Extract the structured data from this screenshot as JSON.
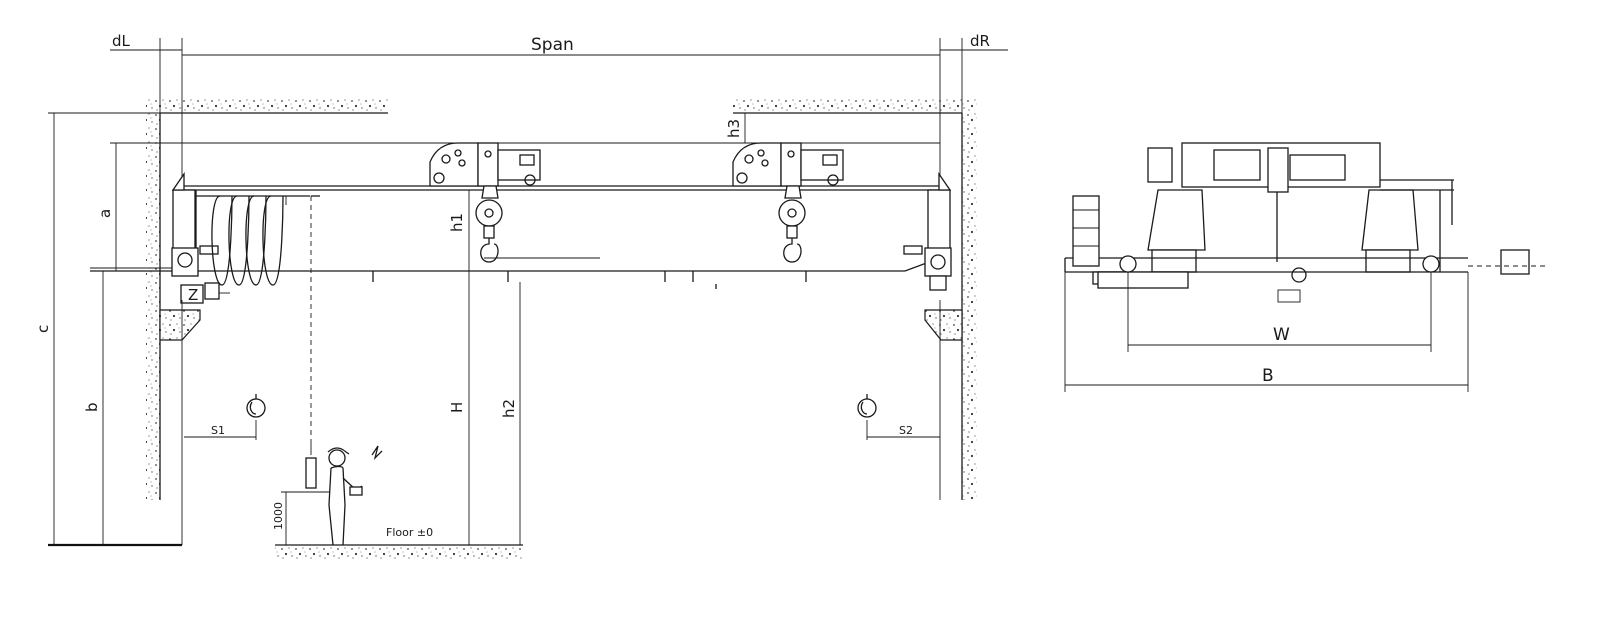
{
  "diagram": {
    "labels": {
      "dL": "dL",
      "span": "Span",
      "dR": "dR",
      "h3": "h3",
      "a": "a",
      "h1": "h1",
      "c": "c",
      "b": "b",
      "H": "H",
      "h2": "h2",
      "S1": "S1",
      "S2": "S2",
      "z": "Z",
      "d1000": "1000",
      "floor": "Floor ±0",
      "W": "W",
      "B": "B"
    }
  }
}
